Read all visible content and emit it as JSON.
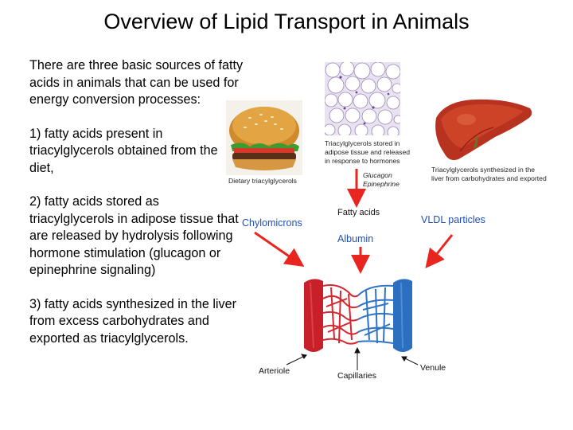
{
  "title": "Overview of Lipid Transport in Animals",
  "paragraphs": [
    "There are three basic sources of fatty acids in animals that can be used for energy conversion processes:",
    "1) fatty acids present in triacylglycerols obtained from the diet,",
    "2) fatty acids stored as triacylglycerols in adipose tissue that are released by hydrolysis following hormone stimulation (glucagon or epinephrine signaling)",
    "3) fatty acids synthesized in the liver from excess carbohydrates and exported as triacylglycerols."
  ],
  "figure": {
    "dietary_caption": "Dietary triacylglycerols",
    "adipose_caption": [
      "Triacylglycerols stored in",
      "adipose tissue and released",
      "in response to hormones"
    ],
    "hormones": [
      "Glucagon",
      "Epinephrine"
    ],
    "liver_caption": [
      "Triacylglycerols synthesized in the",
      "liver from carbohydrates and exported"
    ],
    "fatty_acids": "Fatty acids",
    "chylomicrons": "Chylomicrons",
    "albumin": "Albumin",
    "vldl": "VLDL particles",
    "arteriole": "Arteriole",
    "capillaries": "Capillaries",
    "venule": "Venule"
  },
  "colors": {
    "arrow_red": "#e8261f",
    "label_blue": "#1f4fb6",
    "artery_red": "#c8202a",
    "vein_blue": "#2a6fc0"
  }
}
